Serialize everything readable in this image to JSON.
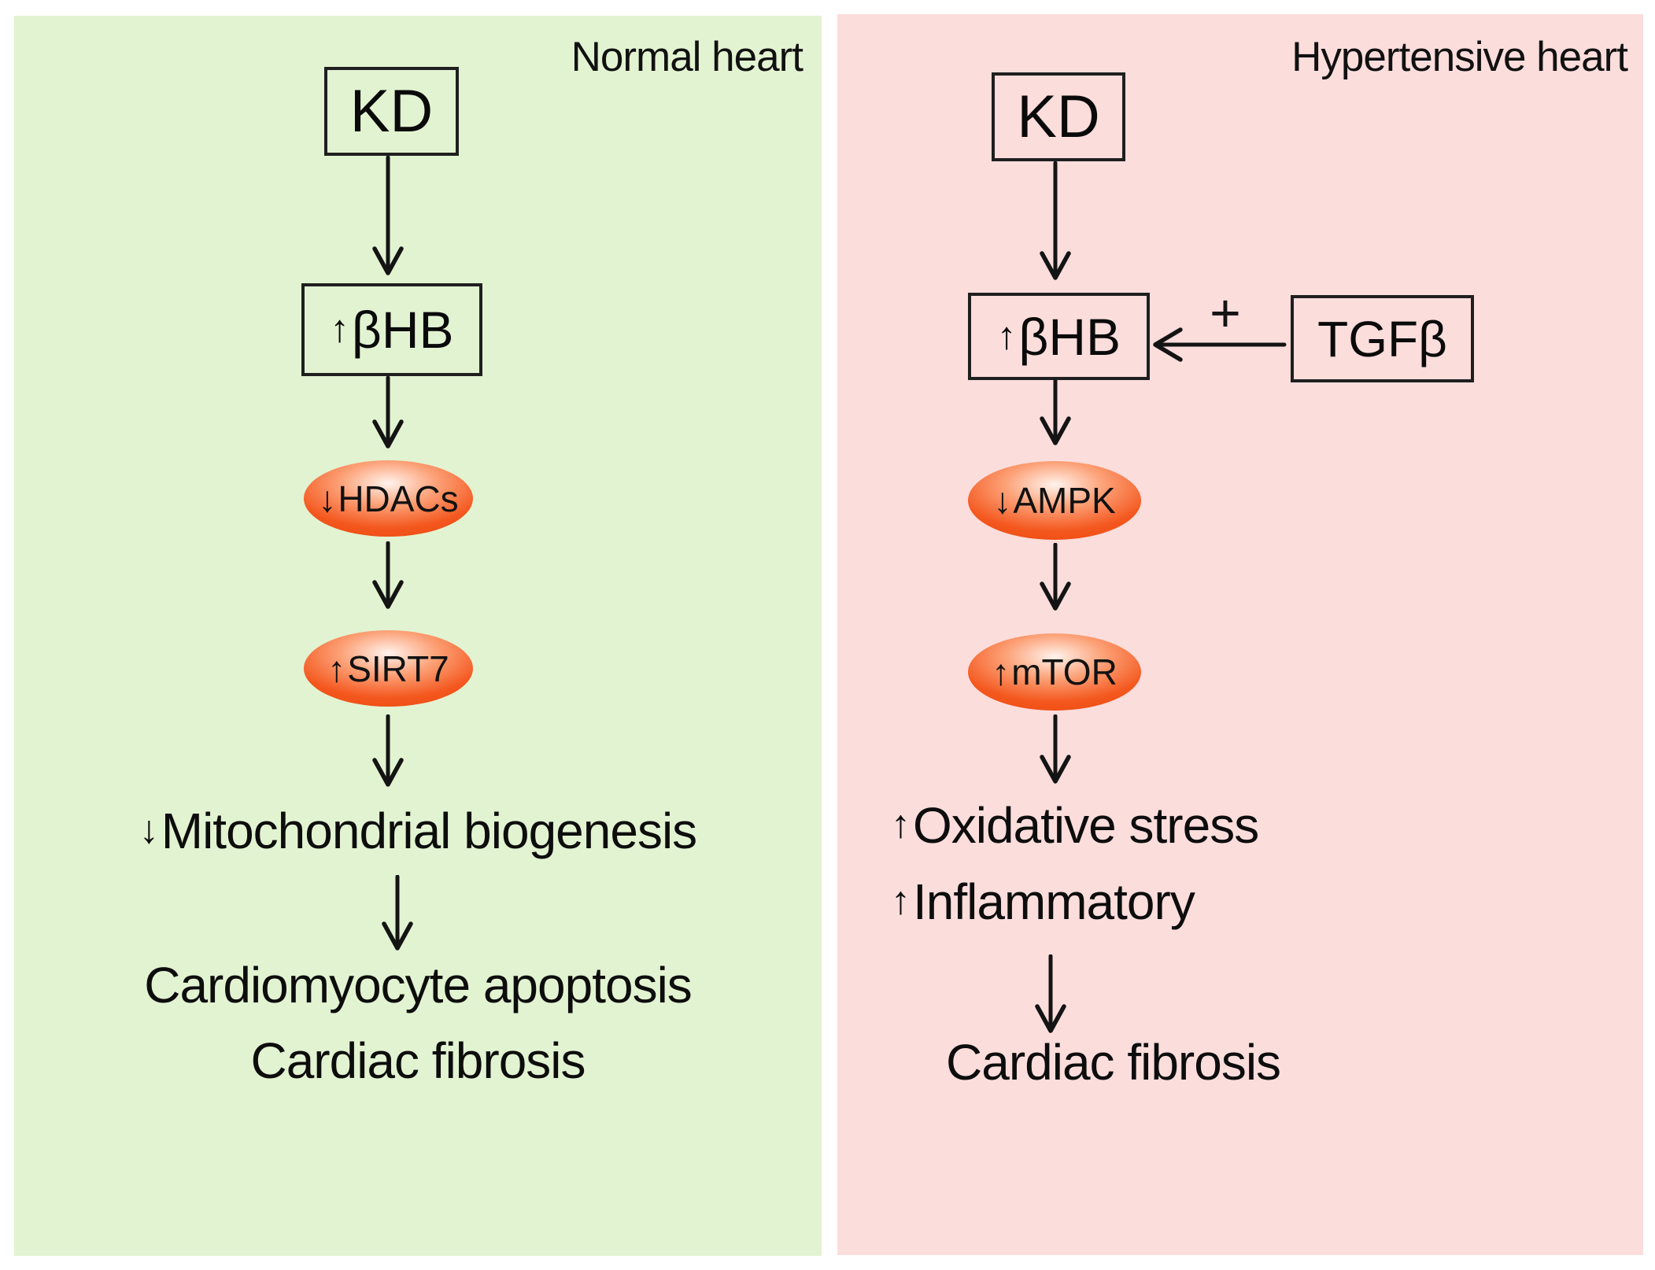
{
  "figure": {
    "type": "pathway-diagram",
    "description": "Effects of ketogenic diet derived beta-hydroxybutyrate signalling in normal versus hypertensive heart"
  },
  "colors": {
    "page_bg": "#ffffff",
    "normal_panel_bg": "#e2f3d1",
    "hypertensive_panel_bg": "#fbdddc",
    "node_gradient_center": "#fff3ed",
    "node_gradient_edge": "#f04f15",
    "outline_and_text": "#141414"
  },
  "left": {
    "title": "Normal heart",
    "nodes": {
      "kd": {
        "label": "KD"
      },
      "bhb": {
        "arrow": "↑",
        "label": "βHB"
      },
      "hdacs": {
        "arrow": "↓",
        "label": "HDACs"
      },
      "sirt7": {
        "arrow": "↑",
        "label": "SIRT7"
      }
    },
    "outcomes": {
      "mito": {
        "arrow": "↓",
        "label": "Mitochondrial biogenesis"
      },
      "apoptosis": {
        "label": "Cardiomyocyte apoptosis"
      },
      "fibrosis": {
        "label": "Cardiac fibrosis"
      }
    }
  },
  "right": {
    "title": "Hypertensive heart",
    "nodes": {
      "kd": {
        "label": "KD"
      },
      "bhb": {
        "arrow": "↑",
        "label": "βHB"
      },
      "tgfb": {
        "label": "TGFβ"
      },
      "ampk": {
        "arrow": "↓",
        "label": "AMPK"
      },
      "mtor": {
        "arrow": "↑",
        "label": "mTOR"
      }
    },
    "plus_label": "+",
    "outcomes": {
      "oxidative": {
        "arrow": "↑",
        "label": "Oxidative stress"
      },
      "inflammatory": {
        "arrow": "↑",
        "label": "Inflammatory"
      },
      "fibrosis": {
        "label": "Cardiac fibrosis"
      }
    }
  },
  "connectors": [
    {
      "panel": "normal",
      "from": "KD",
      "to": "↑βHB",
      "type": "arrow-down"
    },
    {
      "panel": "normal",
      "from": "↑βHB",
      "to": "↓HDACs",
      "type": "arrow-down"
    },
    {
      "panel": "normal",
      "from": "↓HDACs",
      "to": "↑SIRT7",
      "type": "arrow-down"
    },
    {
      "panel": "normal",
      "from": "↑SIRT7",
      "to": "↓Mitochondrial biogenesis",
      "type": "arrow-down"
    },
    {
      "panel": "normal",
      "from": "↓Mitochondrial biogenesis",
      "to": "Cardiomyocyte apoptosis / Cardiac fibrosis",
      "type": "arrow-down"
    },
    {
      "panel": "hypertensive",
      "from": "KD",
      "to": "↑βHB",
      "type": "arrow-down"
    },
    {
      "panel": "hypertensive",
      "from": "TGFβ",
      "to": "↑βHB",
      "type": "arrow-left",
      "label": "+"
    },
    {
      "panel": "hypertensive",
      "from": "↑βHB",
      "to": "↓AMPK",
      "type": "arrow-down"
    },
    {
      "panel": "hypertensive",
      "from": "↓AMPK",
      "to": "↑mTOR",
      "type": "arrow-down"
    },
    {
      "panel": "hypertensive",
      "from": "↑mTOR",
      "to": "↑Oxidative stress / ↑Inflammatory",
      "type": "arrow-down"
    },
    {
      "panel": "hypertensive",
      "from": "↑Inflammatory",
      "to": "Cardiac fibrosis",
      "type": "arrow-down"
    }
  ]
}
